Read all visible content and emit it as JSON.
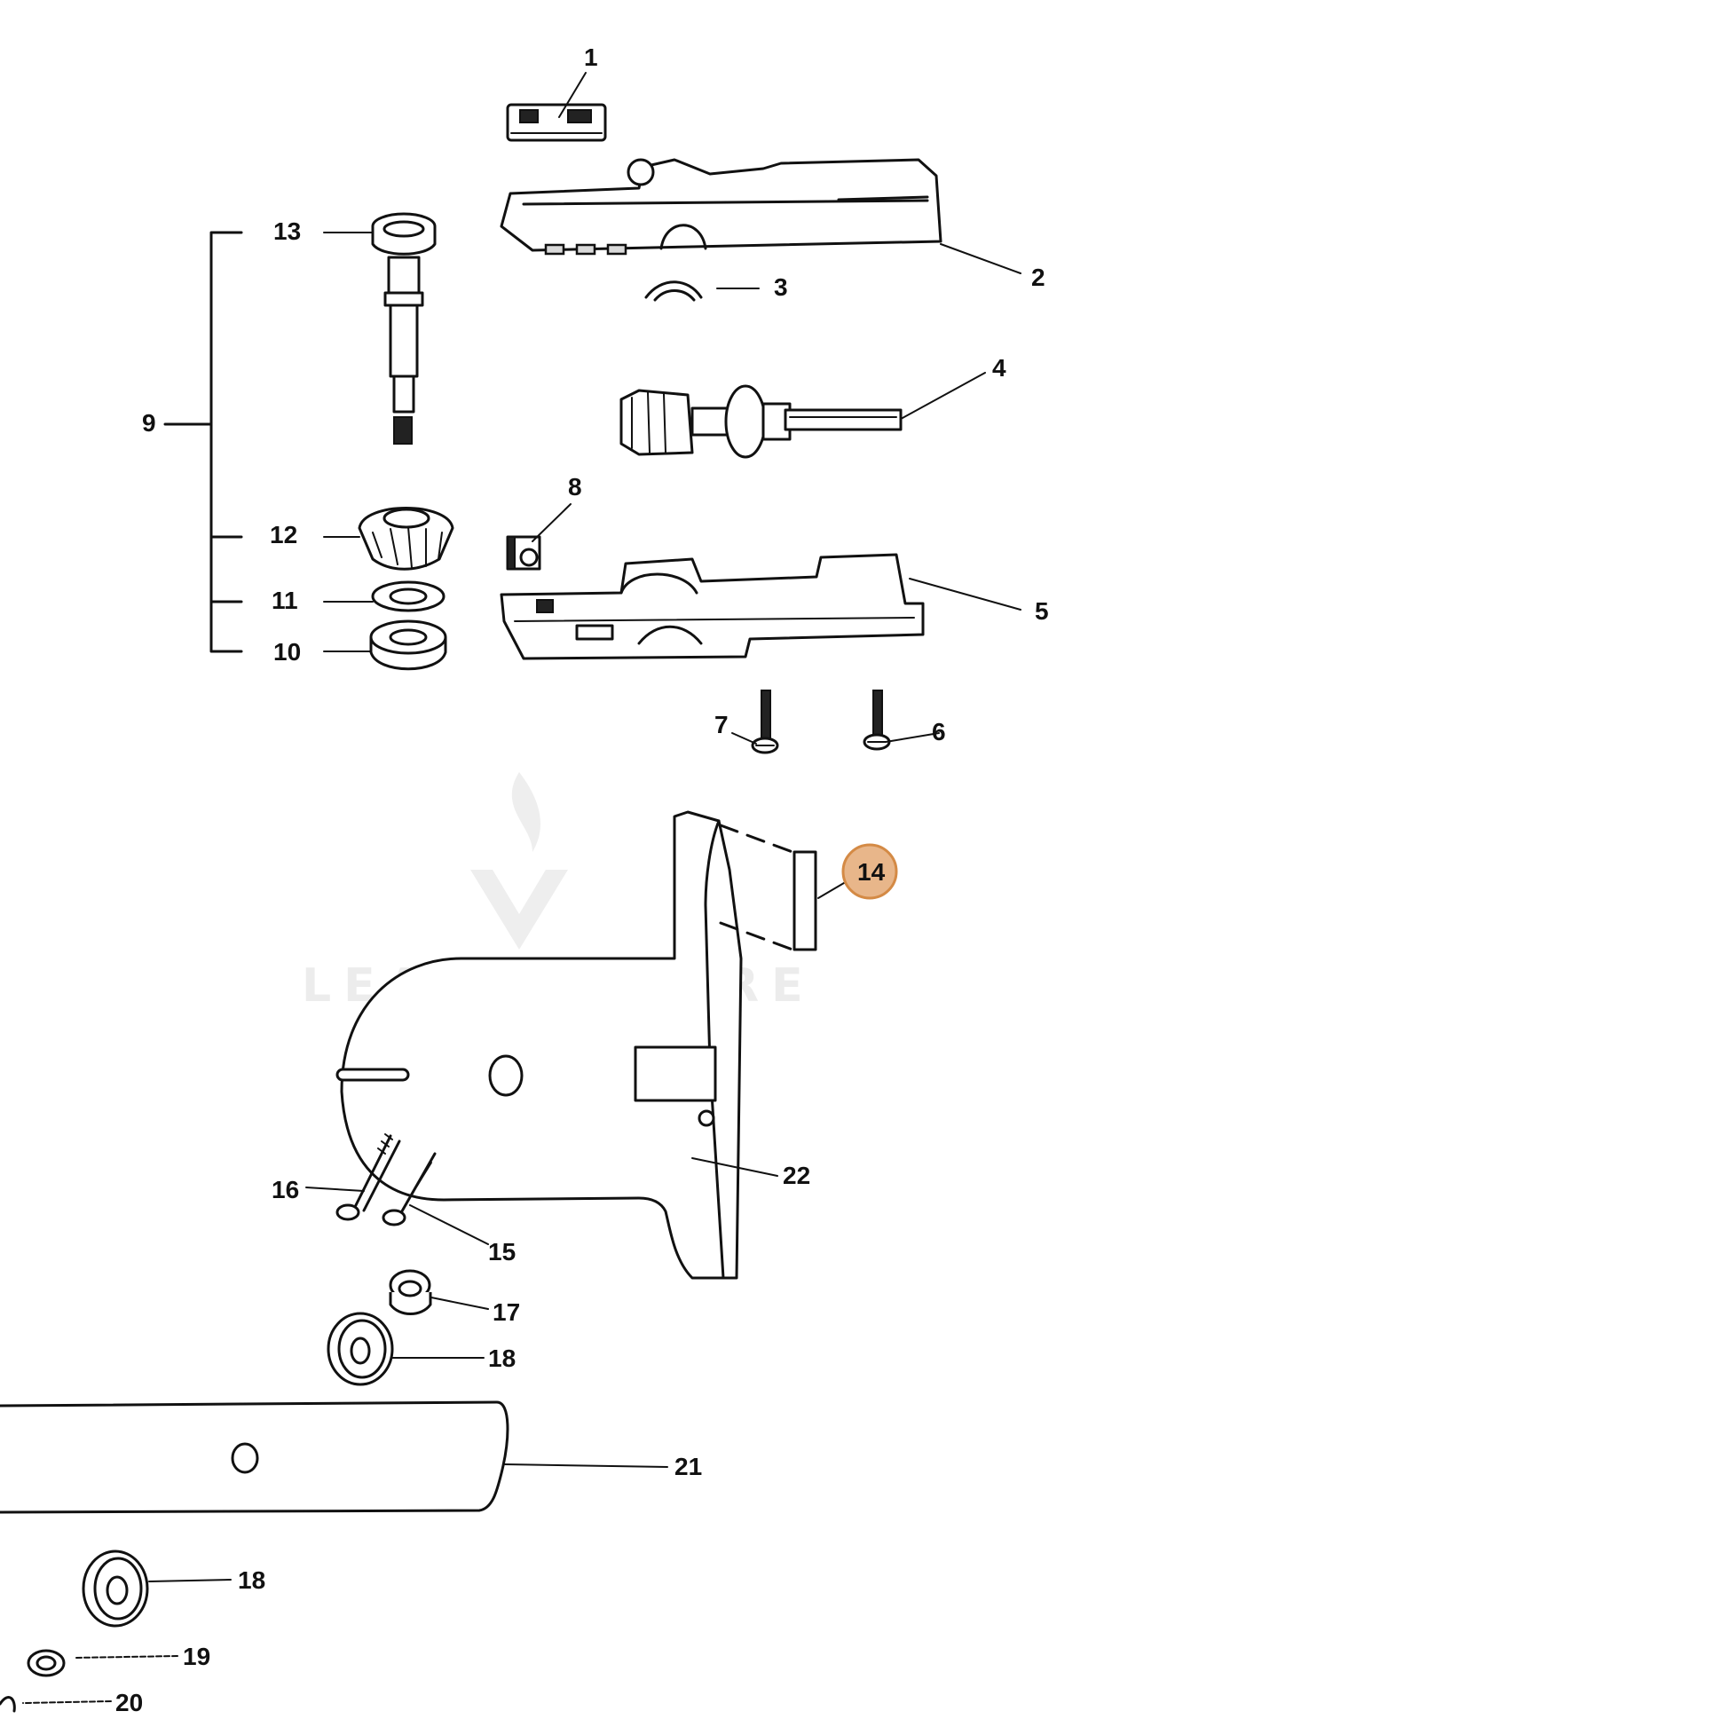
{
  "diagram": {
    "watermark": "LEADVENTURE",
    "highlight_color": "#e8b68a",
    "highlight_stroke": "#d48a45",
    "callouts": [
      {
        "id": "c1",
        "label": "1"
      },
      {
        "id": "c2",
        "label": "2"
      },
      {
        "id": "c3",
        "label": "3"
      },
      {
        "id": "c4",
        "label": "4"
      },
      {
        "id": "c5",
        "label": "5"
      },
      {
        "id": "c6",
        "label": "6"
      },
      {
        "id": "c7",
        "label": "7"
      },
      {
        "id": "c8",
        "label": "8"
      },
      {
        "id": "c9",
        "label": "9"
      },
      {
        "id": "c10",
        "label": "10"
      },
      {
        "id": "c11",
        "label": "11"
      },
      {
        "id": "c12",
        "label": "12"
      },
      {
        "id": "c13",
        "label": "13"
      },
      {
        "id": "c14",
        "label": "14",
        "highlighted": true
      },
      {
        "id": "c15",
        "label": "15"
      },
      {
        "id": "c16",
        "label": "16"
      },
      {
        "id": "c17",
        "label": "17"
      },
      {
        "id": "c18a",
        "label": "18"
      },
      {
        "id": "c18b",
        "label": "18"
      },
      {
        "id": "c19",
        "label": "19"
      },
      {
        "id": "c20",
        "label": "20"
      },
      {
        "id": "c21",
        "label": "21"
      },
      {
        "id": "c22",
        "label": "22"
      }
    ]
  }
}
